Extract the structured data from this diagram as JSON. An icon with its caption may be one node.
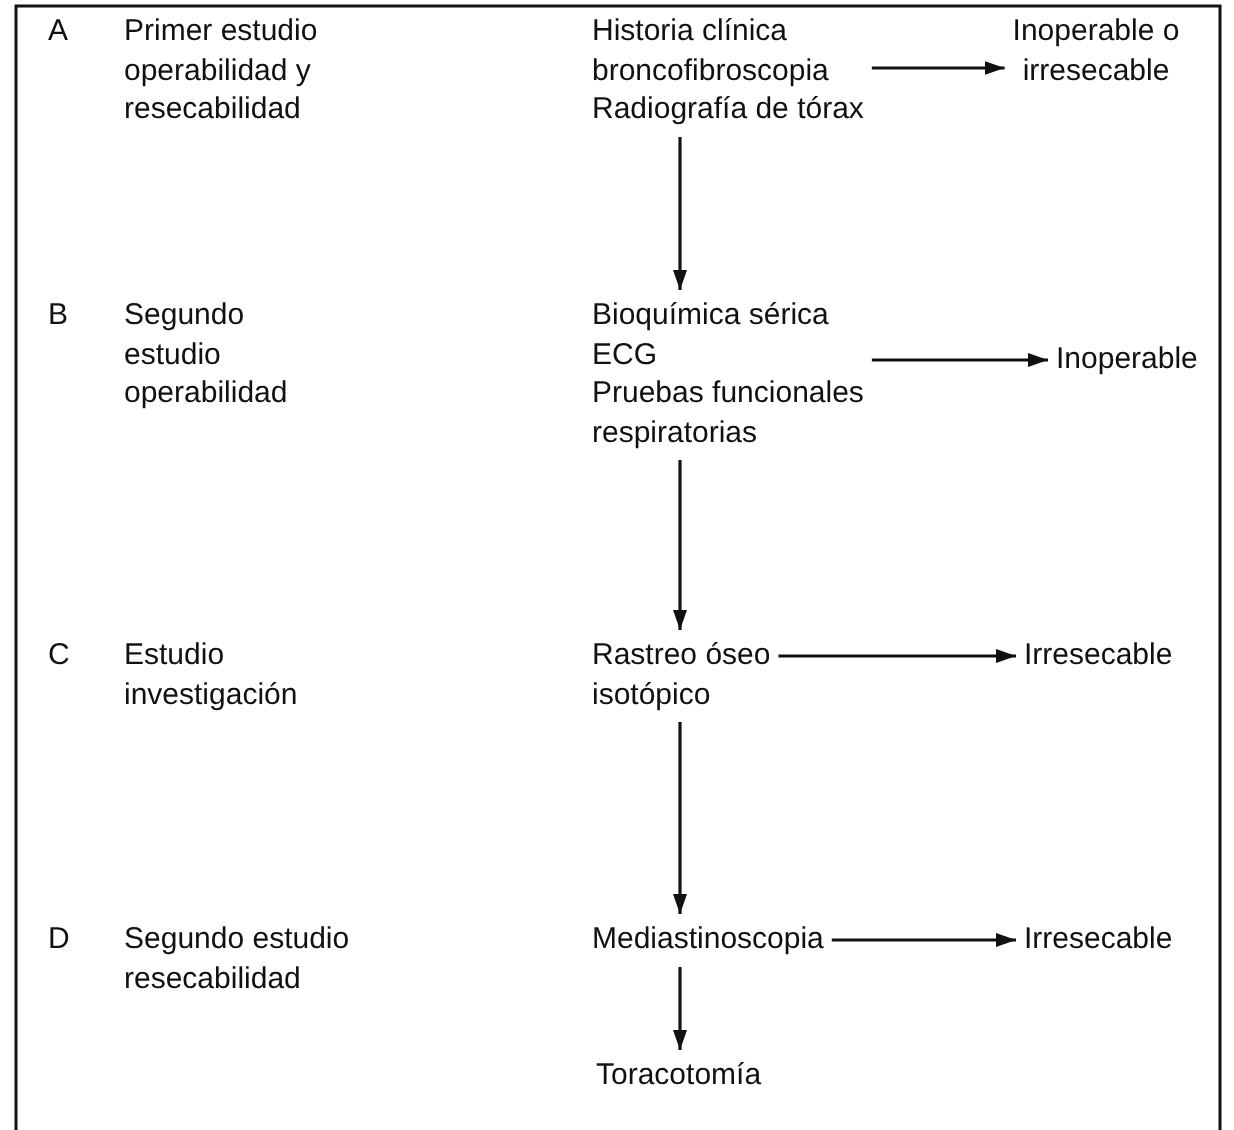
{
  "diagram": {
    "nodes": [
      {
        "text": [
          "Historia clínica",
          "broncofibroscopia",
          "Radiografía de tórax"
        ]
      },
      {
        "text": [
          "Inoperable o irresecable"
        ]
      },
      {
        "text": [
          "Bioquímica sérica",
          "ECG",
          "Pruebas funcionales respiratorias"
        ]
      },
      {
        "text": [
          "Inoperable"
        ]
      },
      {
        "text": [
          "Rastreo óseo isotópico"
        ]
      },
      {
        "text": [
          "Irresecable"
        ]
      },
      {
        "text": [
          "Mediastinoscopia"
        ]
      },
      {
        "text": [
          "Irresecable"
        ]
      },
      {
        "text": [
          "Toracotomía"
        ]
      }
    ],
    "edges": [
      {
        "from": 0,
        "to": 1,
        "arrow": "to"
      },
      {
        "from": 0,
        "to": 2,
        "arrow": "to"
      },
      {
        "from": 2,
        "to": 3,
        "arrow": "to"
      },
      {
        "from": 2,
        "to": 4,
        "arrow": "to"
      },
      {
        "from": 4,
        "to": 5,
        "arrow": "to"
      },
      {
        "from": 4,
        "to": 6,
        "arrow": "to"
      },
      {
        "from": 6,
        "to": 7,
        "arrow": "to"
      },
      {
        "from": 6,
        "to": 8,
        "arrow": "to"
      }
    ],
    "labels": [
      "A",
      "Primer estudio operabilidad y resecabilidad",
      "B",
      "Segundo estudio operabilidad",
      "C",
      "Estudio investigación",
      "D",
      "Segundo estudio resecabilidad"
    ]
  }
}
